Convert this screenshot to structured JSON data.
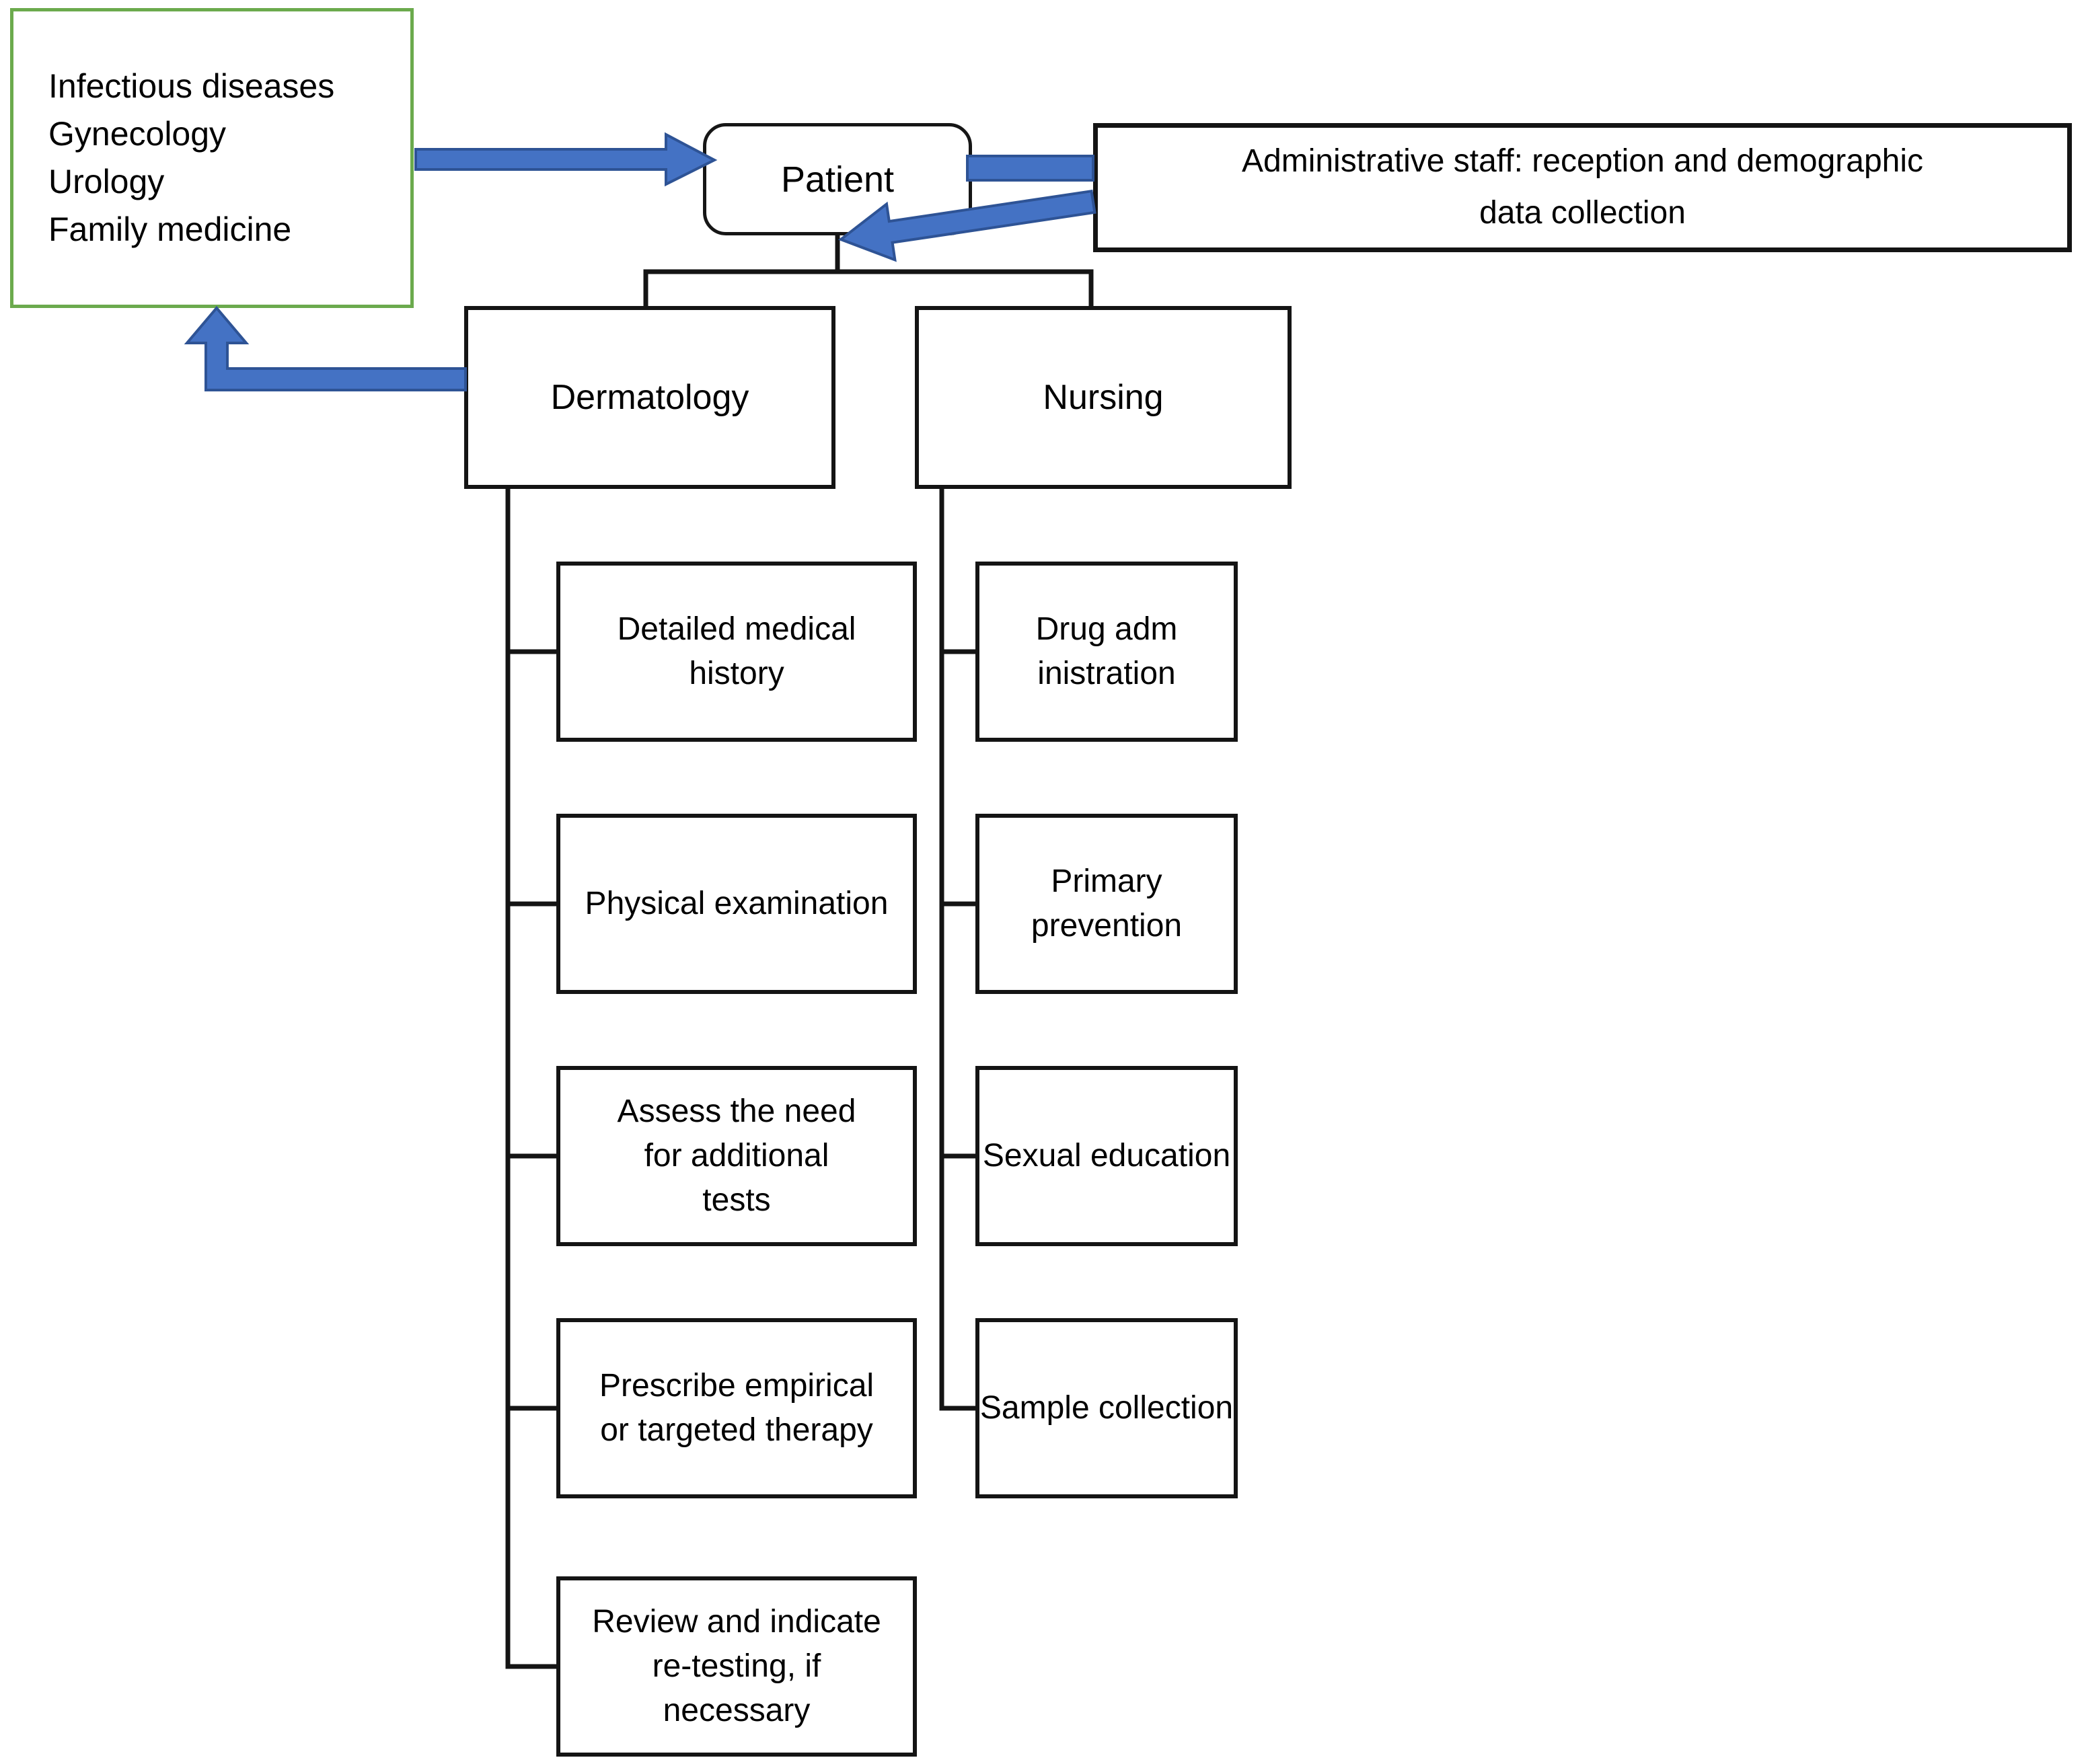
{
  "figure": {
    "type": "flowchart",
    "description": "Patient flow diagram between referral specialties, administrative staff, dermatology and nursing"
  },
  "referral": {
    "label": "Infectious diseases\nGynecology\nUrology\nFamily medicine"
  },
  "patient": {
    "label": "Patient"
  },
  "admin": {
    "label": "Administrative staff: reception and demographic\ndata collection"
  },
  "branches": {
    "dermatology": {
      "label": "Dermatology",
      "steps": [
        "Detailed medical\nhistory",
        "Physical examination",
        "Assess the need\nfor additional\ntests",
        "Prescribe empirical\nor targeted therapy",
        "Review and indicate\nre-testing, if\nnecessary"
      ]
    },
    "nursing": {
      "label": "Nursing",
      "steps": [
        "Drug adm\ninistration",
        "Primary\nprevention",
        "Sexual education",
        "Sample collection"
      ]
    }
  },
  "colors": {
    "arrow_fill": "#4472C4",
    "arrow_outline": "#2E5395",
    "green_border": "#6BAA4D",
    "line": "#141414"
  }
}
